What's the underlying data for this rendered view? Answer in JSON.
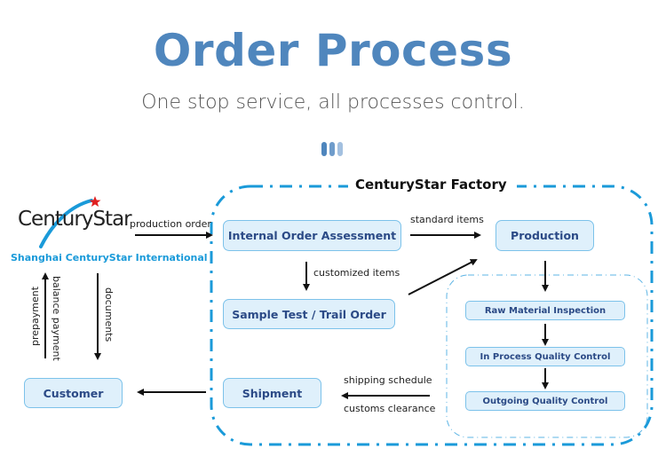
{
  "header": {
    "title": "Order Process",
    "subtitle": "One stop service, all processes control."
  },
  "colors": {
    "title": "#4f86bd",
    "accent_blue": "#1a9ad9",
    "box_fill": "#dff0fb",
    "box_text": "#2b4a86",
    "star": "#e02020",
    "dot_1": "#4f86bd",
    "dot_2": "#6f9ccb",
    "dot_3": "#a3c0e0"
  },
  "logo": {
    "name": "CenturyStar",
    "tagline": "Shanghai CenturyStar International",
    "star_icon": "red-star"
  },
  "factory": {
    "title": "CenturyStar Factory"
  },
  "nodes": {
    "customer": "Customer",
    "internal_order_assessment": "Internal Order Assessment",
    "production": "Production",
    "sample_test": "Sample Test / Trail Order",
    "shipment": "Shipment",
    "raw_material_inspection": "Raw Material Inspection",
    "in_process_qc": "In Process Quality Control",
    "outgoing_qc": "Outgoing Quality Control"
  },
  "edges": {
    "production_order": "production order",
    "standard_items": "standard items",
    "customized_items": "customized items",
    "prepayment": "prepayment",
    "balance_payment": "balance payment",
    "documents": "documents",
    "shipping_schedule": "shipping schedule",
    "customs_clearance": "customs clearance"
  }
}
